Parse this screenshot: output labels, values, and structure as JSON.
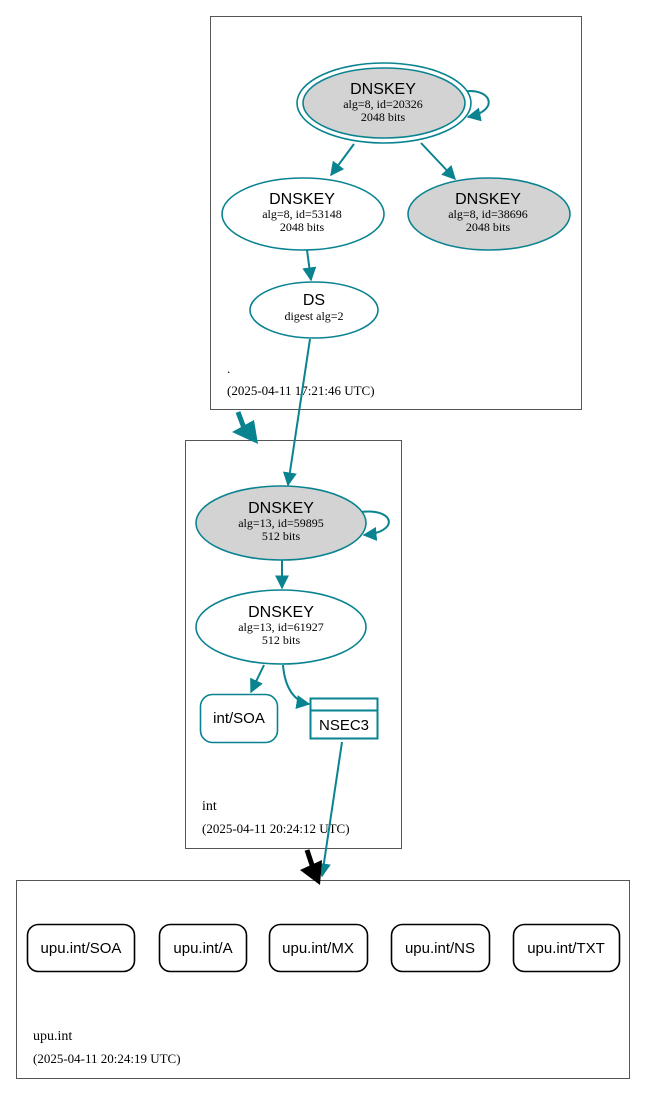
{
  "zones": {
    "root": {
      "name": ".",
      "timestamp": "(2025-04-11 17:21:46 UTC)"
    },
    "int": {
      "name": "int",
      "timestamp": "(2025-04-11 20:24:12 UTC)"
    },
    "upu": {
      "name": "upu.int",
      "timestamp": "(2025-04-11 20:24:19 UTC)"
    }
  },
  "nodes": {
    "root_ksk": {
      "title": "DNSKEY",
      "line1": "alg=8, id=20326",
      "line2": "2048 bits"
    },
    "root_zsk": {
      "title": "DNSKEY",
      "line1": "alg=8, id=53148",
      "line2": "2048 bits"
    },
    "root_other": {
      "title": "DNSKEY",
      "line1": "alg=8, id=38696",
      "line2": "2048 bits"
    },
    "root_ds": {
      "title": "DS",
      "line1": "digest alg=2"
    },
    "int_ksk": {
      "title": "DNSKEY",
      "line1": "alg=13, id=59895",
      "line2": "512 bits"
    },
    "int_zsk": {
      "title": "DNSKEY",
      "line1": "alg=13, id=61927",
      "line2": "512 bits"
    },
    "int_soa": {
      "label": "int/SOA"
    },
    "int_nsec3": {
      "label": "NSEC3"
    },
    "upu_records": [
      "upu.int/SOA",
      "upu.int/A",
      "upu.int/MX",
      "upu.int/NS",
      "upu.int/TXT"
    ]
  },
  "colors": {
    "edge": "#0a8391",
    "key_fill_trusted": "#d3d3d3",
    "zone_border": "#555555",
    "delegation_arrow": "#000000"
  }
}
